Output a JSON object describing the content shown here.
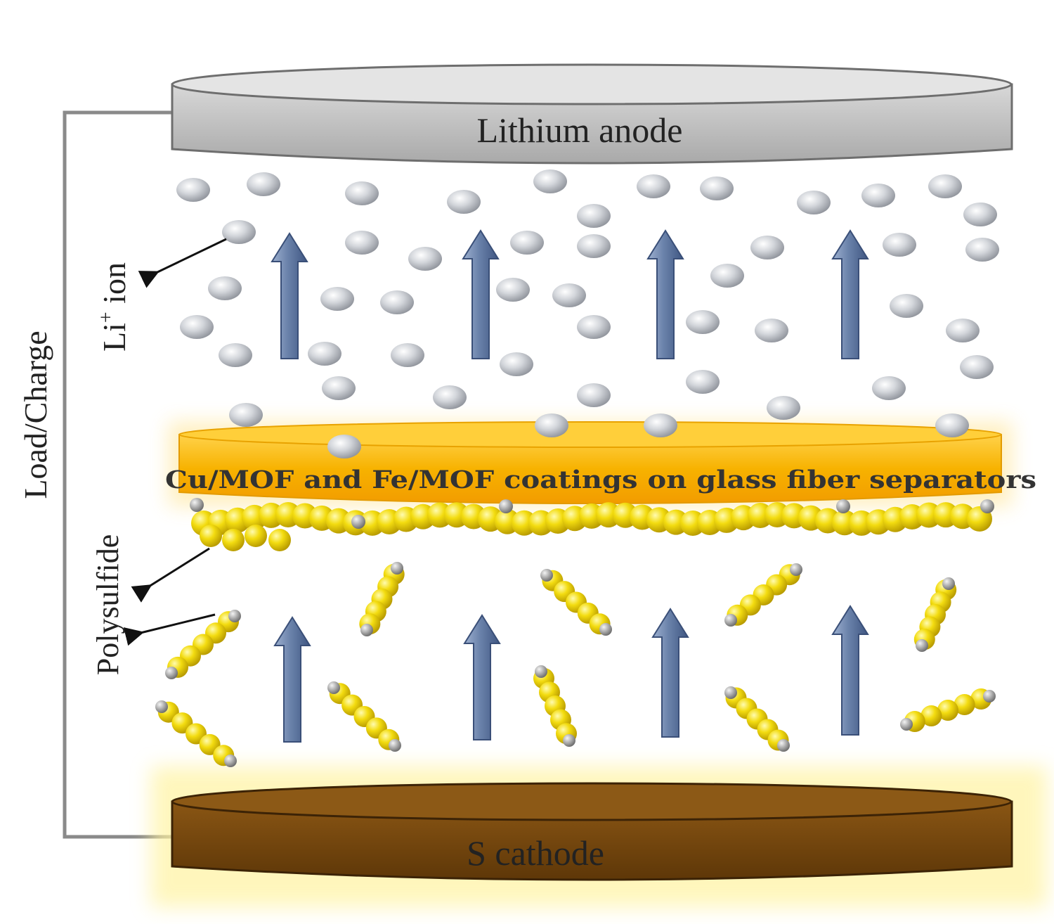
{
  "labels": {
    "anode": "Lithium anode",
    "cathode": "S cathode",
    "separator": "Cu/MOF and Fe/MOF coatings on glass fiber separators",
    "circuit": "Load/Charge",
    "li_ion_main": "Li",
    "li_ion_sup": "+",
    "li_ion_rest": " ion",
    "polysulfide": "Polysulfide"
  },
  "colors": {
    "anode": "#c9c9c9",
    "cathode": "#7a4a10",
    "separator": "#f7b500",
    "li_ion": "#c4c7cd",
    "sulfur": "#f2d400",
    "arrow": "#6f86ab",
    "wire": "#888888"
  },
  "icons": {
    "li_ion": "grey-sphere",
    "polysulfide": "yellow-sphere-chain",
    "direction": "up-arrow"
  }
}
